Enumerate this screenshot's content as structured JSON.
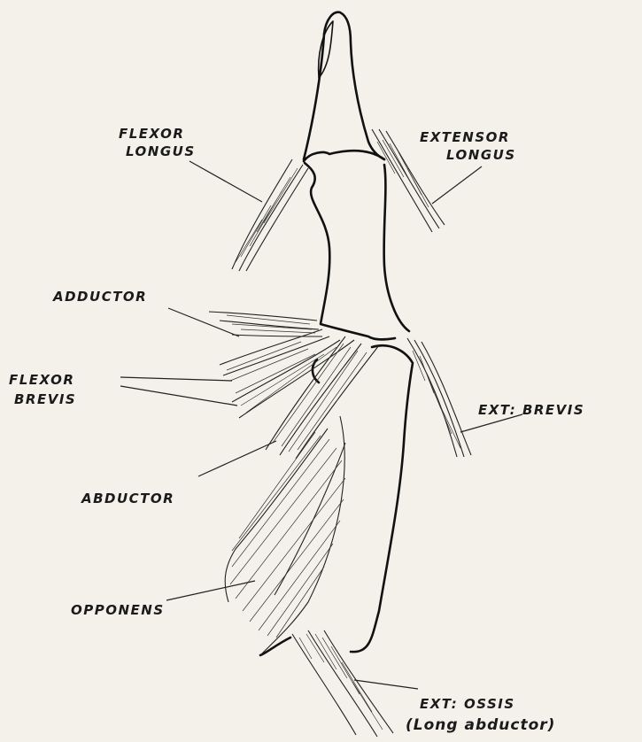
{
  "labels": {
    "flexor_longus_1": "FLEXOR",
    "flexor_longus_2": "LONGUS",
    "extensor_longus_1": "EXTENSOR",
    "extensor_longus_2": "LONGUS",
    "adductor": "ADDUCTOR",
    "flexor_brevis_1": "FLEXOR",
    "flexor_brevis_2": "BREVIS",
    "ext_brevis": "EXT: BREVIS",
    "abductor": "ABDUCTOR",
    "opponens": "OPPONENS",
    "ext_ossis_1": "EXT: OSSIS",
    "ext_ossis_2": "(Long abductor)"
  }
}
